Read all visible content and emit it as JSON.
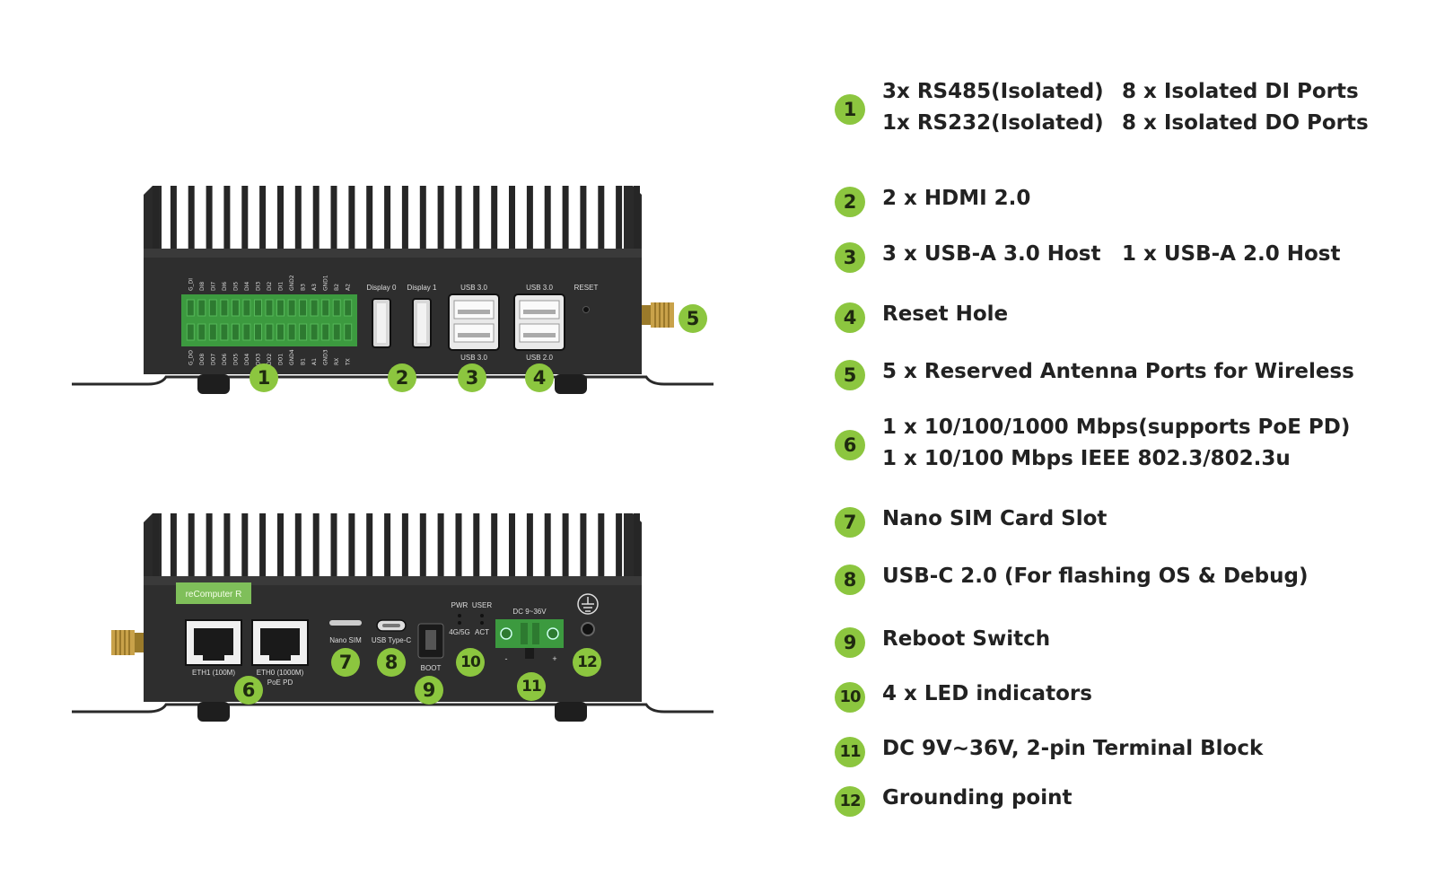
{
  "device_labels": {
    "front": {
      "di_top": [
        "G_DI",
        "DI8",
        "DI7",
        "DI6",
        "DI5",
        "DI4",
        "DI3",
        "DI2",
        "DI1",
        "GND2",
        "B3",
        "A3",
        "GND1",
        "B2",
        "A2"
      ],
      "do_bottom": [
        "G_DO",
        "DO8",
        "DO7",
        "DO6",
        "DO5",
        "DO4",
        "DO3",
        "DO2",
        "DO1",
        "GND4",
        "B1",
        "A1",
        "GND3",
        "RX",
        "TX"
      ],
      "display0": "Display 0",
      "display1": "Display 1",
      "usb30_top": "USB 3.0",
      "usb30_top2": "USB 3.0",
      "usb30_bottom": "USB 3.0",
      "usb20_bottom": "USB 2.0",
      "reset": "RESET"
    },
    "back": {
      "brand": "reComputer R",
      "eth1": "ETH1 (100M)",
      "eth0": "ETH0 (1000M)",
      "poe": "PoE PD",
      "nano_sim": "Nano SIM",
      "usb_type_c": "USB Type-C",
      "boot": "BOOT",
      "pwr": "PWR",
      "user": "USER",
      "g45": "4G/5G",
      "act": "ACT",
      "dc": "DC 9~36V",
      "minus": "-",
      "plus": "+"
    }
  },
  "callouts": {
    "c1": "1",
    "c2": "2",
    "c3": "3",
    "c4": "4",
    "c5": "5",
    "c6": "6",
    "c7": "7",
    "c8": "8",
    "c9": "9",
    "c10": "10",
    "c11": "11",
    "c12": "12"
  },
  "specs": [
    {
      "num": "1",
      "line1a": "3x RS485(Isolated)",
      "line1b": "8 x Isolated DI Ports",
      "line2a": "1x RS232(Isolated)",
      "line2b": "8 x Isolated DO Ports"
    },
    {
      "num": "2",
      "text": "2 x HDMI 2.0"
    },
    {
      "num": "3",
      "text": "3 x USB-A 3.0 Host",
      "text2": "1 x USB-A 2.0 Host"
    },
    {
      "num": "4",
      "text": "Reset Hole"
    },
    {
      "num": "5",
      "text": "5 x Reserved Antenna Ports for Wireless"
    },
    {
      "num": "6",
      "line1": "1 x 10/100/1000 Mbps(supports PoE PD)",
      "line2": "1 x 10/100 Mbps IEEE 802.3/802.3u"
    },
    {
      "num": "7",
      "text": "Nano SIM Card Slot"
    },
    {
      "num": "8",
      "text": "USB-C 2.0 (For flashing OS & Debug)"
    },
    {
      "num": "9",
      "text": "Reboot Switch"
    },
    {
      "num": "10",
      "text": "4 x LED indicators"
    },
    {
      "num": "11",
      "text": "DC 9V~36V, 2-pin Terminal Block"
    },
    {
      "num": "12",
      "text": "Grounding point"
    }
  ],
  "colors": {
    "accent": "#8cc63f",
    "body": "#2b2b2b",
    "terminal": "#3c9a3f",
    "text": "#222222"
  }
}
